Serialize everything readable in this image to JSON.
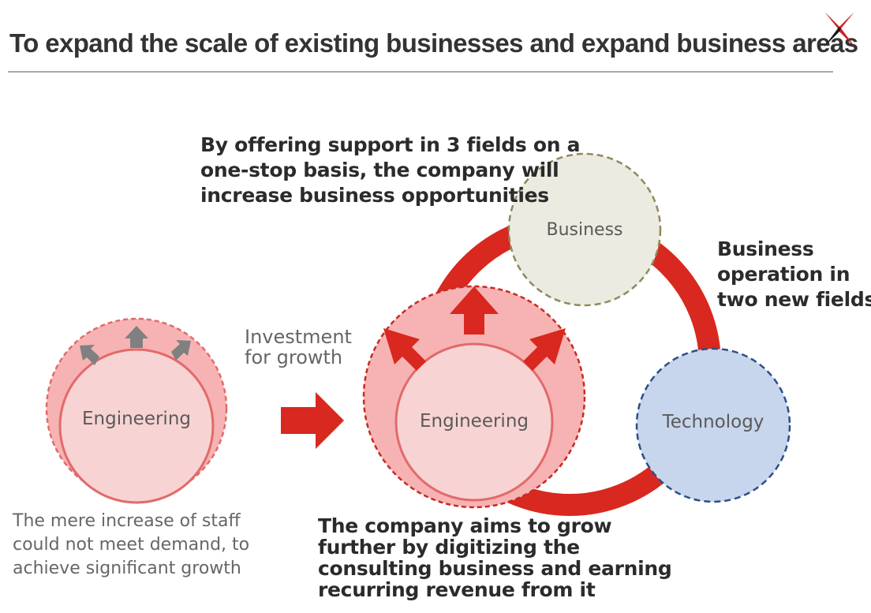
{
  "header": {
    "title": "To expand the scale of existing businesses and expand business areas"
  },
  "logo": {
    "icon": "x-mark-logo-icon",
    "colors": [
      "#d81e1e",
      "#1a1a1a"
    ]
  },
  "diagram": {
    "left_circle": {
      "label": "Engineering"
    },
    "transition_arrow": {
      "label_line1": "Investment",
      "label_line2": "for growth"
    },
    "center_circle": {
      "label": "Engineering"
    },
    "business_circle": {
      "label": "Business"
    },
    "technology_circle": {
      "label": "Technology"
    },
    "callout_top": {
      "line1": "By offering support in 3 fields on a",
      "line2": "one-stop basis, the company will",
      "line3": "increase business opportunities"
    },
    "callout_right": {
      "line1": "Business",
      "line2": "operation in",
      "line3": "two new fields"
    },
    "callout_bottom": {
      "line1": "The company aims to grow",
      "line2": "further by digitizing the",
      "line3": "consulting business and earning",
      "line4": "recurring revenue from it"
    },
    "caption_left": {
      "line1": "The mere increase of staff",
      "line2": "could not meet demand, to",
      "line3": "achieve significant growth"
    }
  },
  "colors": {
    "accent_red": "#d8281f",
    "outer_pink": "#f7b3b3",
    "inner_pink": "#f8d3d3",
    "pink_border": "#e26a6a",
    "business_fill": "#ecebe1",
    "business_border": "#8f8a5b",
    "technology_fill": "#c7d6ec",
    "technology_border": "#2c4f87",
    "grey_arrow": "#808080"
  }
}
